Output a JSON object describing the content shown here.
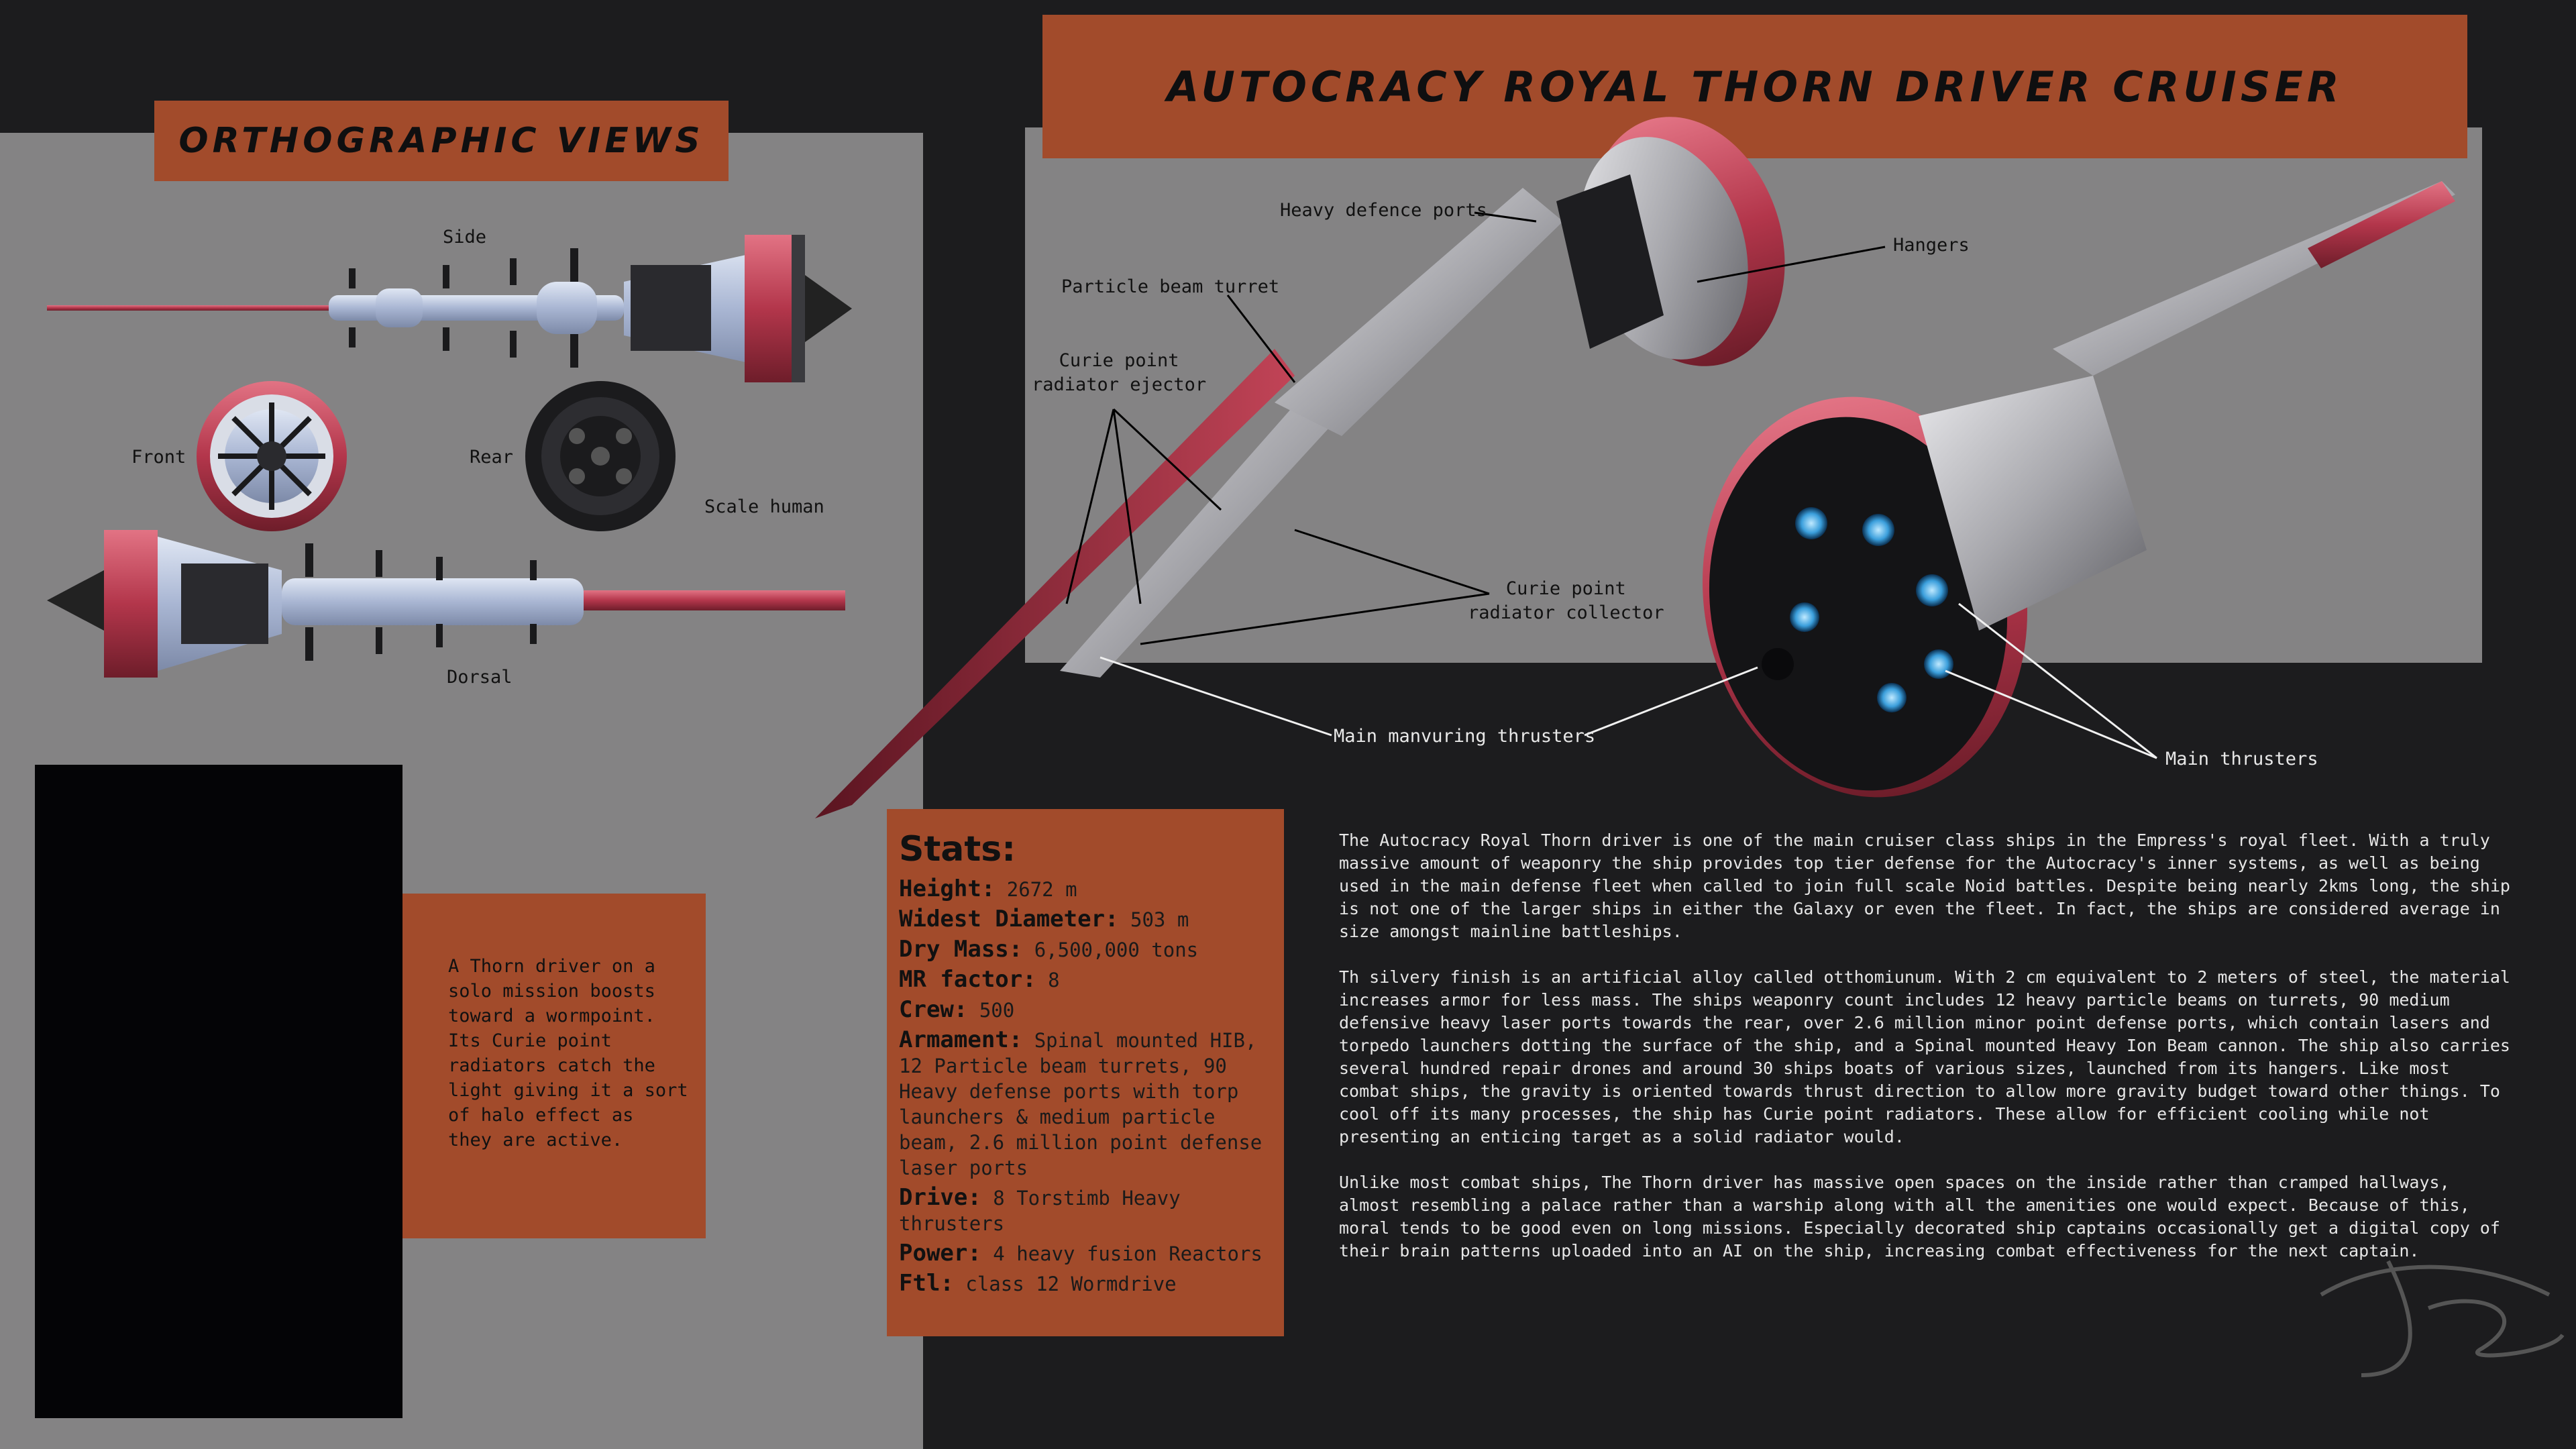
{
  "title": "Autocracy Royal Thorn Driver Cruiser",
  "ortho": {
    "heading": "Orthographic Views",
    "views": {
      "side": "Side",
      "front": "Front",
      "rear": "Rear",
      "scale": "Scale human",
      "dorsal": "Dorsal"
    }
  },
  "callouts": {
    "heavy_defence": "Heavy defence ports",
    "particle_turret": "Particle beam turret",
    "curie_ejector": "Curie point\nradiator ejector",
    "hangers": "Hangers",
    "curie_collector": "Curie point\nradiator collector",
    "main_manvuring": "Main manvuring thrusters",
    "main_thrusters": "Main thrusters"
  },
  "caption": "A Thorn driver on a\nsolo mission boosts\ntoward a wormpoint.\nIts Curie point\nradiators catch the\nlight giving it a sort\nof halo effect as\nthey are active.",
  "stats": {
    "heading": "Stats:",
    "items": [
      {
        "label": "Height:",
        "value": "2672 m"
      },
      {
        "label": "Widest Diameter:",
        "value": "503 m"
      },
      {
        "label": "Dry Mass:",
        "value": "6,500,000 tons"
      },
      {
        "label": "MR factor:",
        "value": "8"
      },
      {
        "label": "Crew:",
        "value": "500"
      },
      {
        "label": "Armament:",
        "value": "Spinal mounted HIB, 12 Particle beam turrets, 90 Heavy defense ports with torp launchers & medium particle beam, 2.6 million point defense laser ports"
      },
      {
        "label": "Drive:",
        "value": "8 Torstimb Heavy thrusters"
      },
      {
        "label": "Power:",
        "value": "4 heavy fusion Reactors"
      },
      {
        "label": "Ftl:",
        "value": "class 12 Wormdrive"
      }
    ]
  },
  "description": [
    "The Autocracy Royal Thorn driver is one of the main cruiser class ships in the Empress's royal fleet. With a truly massive amount of weaponry the ship provides top tier defense for the Autocracy's inner systems, as well as being used in the main defense fleet when called to join full scale Noid battles. Despite being nearly 2kms long, the ship is not one of the larger ships in either the Galaxy or even the fleet. In fact, the ships are considered average in size amongst mainline battleships.",
    "Th silvery finish is an artificial alloy called otthomiunum. With 2 cm equivalent to 2 meters of steel, the material increases armor for less mass. The ships weaponry count includes 12 heavy particle beams on turrets, 90 medium defensive heavy laser ports towards the rear, over 2.6 million minor point defense ports, which contain lasers and torpedo launchers dotting the surface of the ship, and a Spinal mounted Heavy Ion Beam cannon. The ship also carries several hundred repair drones and around 30 ships boats of various sizes, launched from its hangers. Like most combat ships, the gravity is oriented towards thrust direction to allow more gravity budget toward other things. To cool off its many processes, the ship has Curie point radiators. These allow for efficient cooling while not presenting an enticing target as a solid radiator would.",
    "Unlike most combat ships, The Thorn driver has massive open spaces on the inside rather than cramped hallways, almost resembling a palace rather than a warship along with all the amenities one would expect. Because of this, moral tends to be good even on long missions. Especially decorated ship captains occasionally get a digital copy of their brain patterns uploaded into an AI on the ship, increasing combat effectiveness for the next captain."
  ],
  "colors": {
    "accent": "#a24b2b",
    "panel": "#848384",
    "background": "#1c1c1e",
    "hull": "#b9c3da",
    "hull_red": "#b3364b"
  }
}
